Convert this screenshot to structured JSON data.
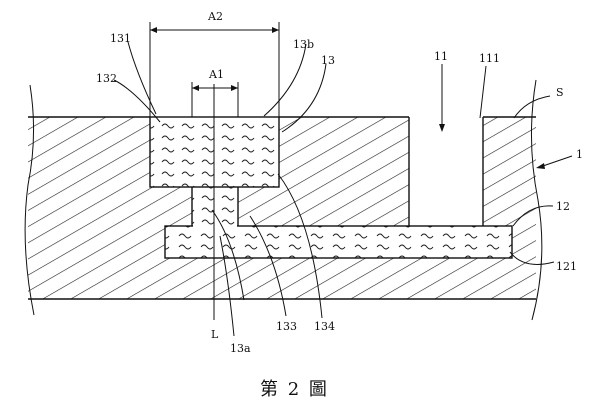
{
  "labels": {
    "a2": "A2",
    "a1": "A1",
    "n131": "131",
    "n13b": "13b",
    "n13": "13",
    "n11": "11",
    "n111": "111",
    "s": "S",
    "n132": "132",
    "n1": "1",
    "n12": "12",
    "n121": "121",
    "l": "L",
    "n133": "133",
    "n134": "134",
    "n13a": "13a"
  },
  "caption": "第 2 圖"
}
